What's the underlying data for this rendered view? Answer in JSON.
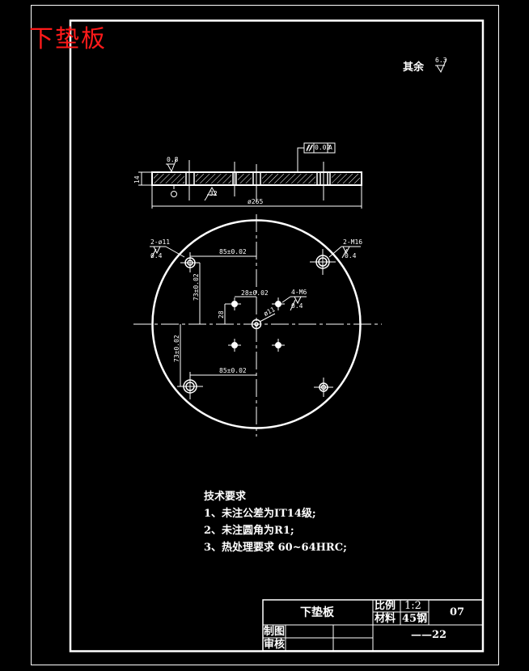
{
  "drawing": {
    "title_overlay": "下垫板",
    "title_overlay_color": "#ff1a1a",
    "line_color": "#ffffff",
    "background": "#000000",
    "roughness_note": {
      "label": "其余",
      "value": "6.3"
    },
    "section_view": {
      "thickness_dim": "14",
      "diameter_dim": "ø265",
      "top_roughness": "0.8",
      "bottom_roughness": "32",
      "parallelism_tolerance": {
        "symbol": "//",
        "value": "0.02",
        "datum": "A"
      }
    },
    "plan_view": {
      "hole_callouts": [
        {
          "label": "2-ø11",
          "roughness": "0.4"
        },
        {
          "label": "2-M16",
          "roughness": "0.4"
        },
        {
          "label": "4-M6",
          "roughness": "0.4"
        }
      ],
      "center_hole": "ø11",
      "dimensions": {
        "top_horizontal": "85±0.02",
        "bottom_horizontal": "85±0.02",
        "left_vertical_top": "73±0.02",
        "left_vertical_bottom": "73±0.02",
        "small_horizontal": "28±0.02",
        "small_vertical": "28"
      }
    },
    "technical_requirements": {
      "heading": "技术要求",
      "items": [
        "1、未注公差为IT14级;",
        "2、未注圆角为R1;",
        "3、热处理要求 60~64HRC;"
      ]
    },
    "title_block": {
      "part_name": "下垫板",
      "scale_label": "比例",
      "scale_value": "1:2",
      "material_label": "材料",
      "material_value": "45钢",
      "sheet_number": "07",
      "drawing_code": "——22",
      "drawn_by_label": "制图",
      "checked_by_label": "审核"
    }
  }
}
